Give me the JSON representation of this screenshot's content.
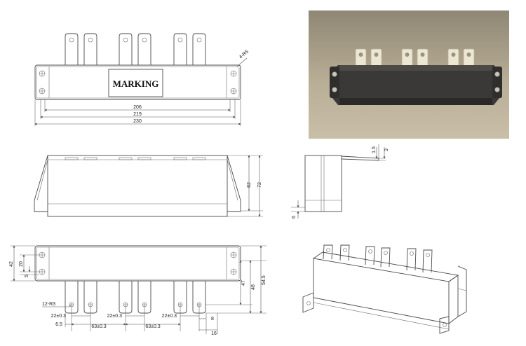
{
  "marking_label": "MARKING",
  "top_view": {
    "corner_radius": "4-R5",
    "dims": [
      "206",
      "219",
      "230"
    ]
  },
  "front_view": {
    "dims": [
      "62",
      "72"
    ]
  },
  "side_view": {
    "dims": [
      "1.5",
      "3",
      "6"
    ]
  },
  "bottom_view": {
    "hole_radius": "12-R3",
    "left_dims": [
      "42",
      "20",
      "5"
    ],
    "right_dims": [
      "47",
      "48",
      "54.5"
    ],
    "pitch_labels": [
      "22±0.3",
      "22±0.3",
      "22±0.3"
    ],
    "spacing_labels": [
      "63±0.3",
      "63±0.3"
    ],
    "edge_dims": [
      "6.5",
      "8",
      "16"
    ]
  },
  "colors": {
    "line": "#4a4a4a",
    "photo_bg": "#b5aa92",
    "module_body": "#3b3938",
    "terminal": "#ebe6d2"
  }
}
